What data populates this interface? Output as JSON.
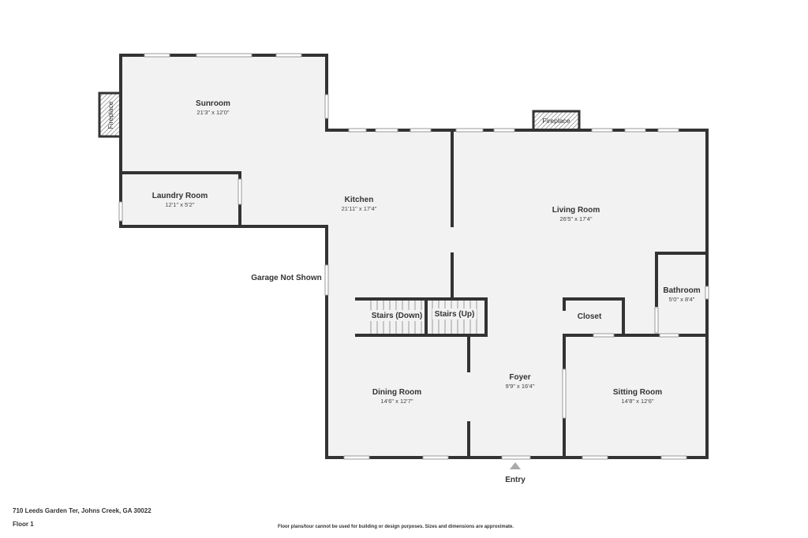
{
  "rooms": {
    "sunroom": {
      "name": "Sunroom",
      "dim": "21'3\" x 12'0\""
    },
    "laundry": {
      "name": "Laundry Room",
      "dim": "12'1\" x 5'2\""
    },
    "kitchen": {
      "name": "Kitchen",
      "dim": "21'11\" x 17'4\""
    },
    "living": {
      "name": "Living Room",
      "dim": "26'5\" x 17'4\""
    },
    "bathroom": {
      "name": "Bathroom",
      "dim": "5'0\" x 8'4\""
    },
    "closet": {
      "name": "Closet"
    },
    "stairs_down": {
      "name": "Stairs (Down)"
    },
    "stairs_up": {
      "name": "Stairs (Up)"
    },
    "foyer": {
      "name": "Foyer",
      "dim": "9'9\" x 16'4\""
    },
    "dining": {
      "name": "Dining Room",
      "dim": "14'6\" x 12'7\""
    },
    "sitting": {
      "name": "Sitting Room",
      "dim": "14'8\" x 12'6\""
    }
  },
  "labels": {
    "fireplace_left": "Fireplace",
    "fireplace_top": "Fireplace",
    "garage": "Garage Not Shown",
    "entry": "Entry"
  },
  "footer": {
    "address": "710 Leeds Garden Ter, Johns Creek, GA 30022",
    "floor": "Floor 1",
    "disclaimer": "Floor plans/tour cannot be used for building or design purposes. Sizes and dimensions are approximate."
  },
  "colors": {
    "wall": "#333333",
    "floor": "#f2f2f2",
    "hatch": "#999999"
  }
}
